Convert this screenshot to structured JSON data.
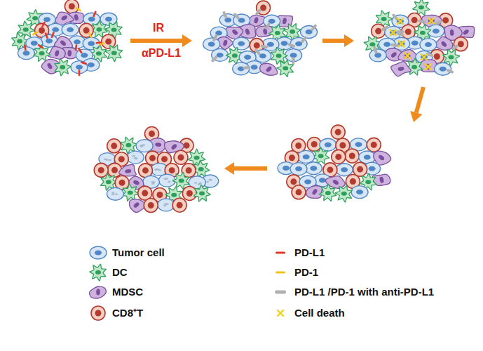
{
  "diagram": {
    "labels": [
      "IR",
      "αPD-L1"
    ],
    "legend": [
      {
        "text": "Tumor cell"
      },
      {
        "text": "DC"
      },
      {
        "text": "MDSC"
      },
      {
        "text": "CD8⁺T"
      },
      {
        "text": "PD-L1",
        "color": "#e53527"
      },
      {
        "text": "PD-1",
        "color": "#f3c21a"
      },
      {
        "text": "PD-L1 /PD-1 with anti-PD-L1",
        "color": "#b0b0b0"
      },
      {
        "text": "Cell death"
      }
    ]
  }
}
